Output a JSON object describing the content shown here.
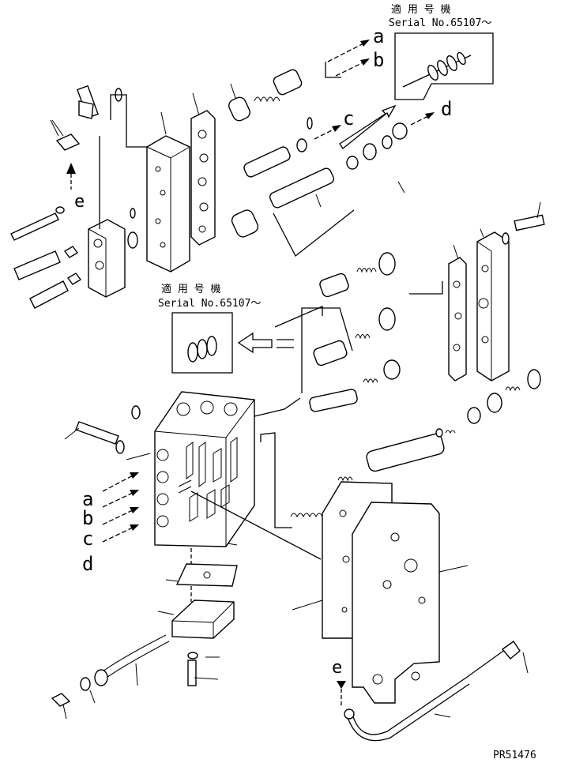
{
  "callouts": {
    "a_arrow": "a",
    "b_arrow": "b",
    "c_arrow": "c",
    "d_arrow": "d",
    "e_arrow": "e",
    "a_left": "a",
    "b_left": "b",
    "c_left": "c",
    "d_left": "d",
    "e_bottom": "e"
  },
  "serial_top": {
    "applicable_label": "適 用 号 機",
    "serial_label": "Serial No.65107～"
  },
  "serial_mid": {
    "applicable_label": "適 用 号 機",
    "serial_label": "Serial No.65107～"
  },
  "footer": {
    "drawing_code": "PR51476"
  }
}
